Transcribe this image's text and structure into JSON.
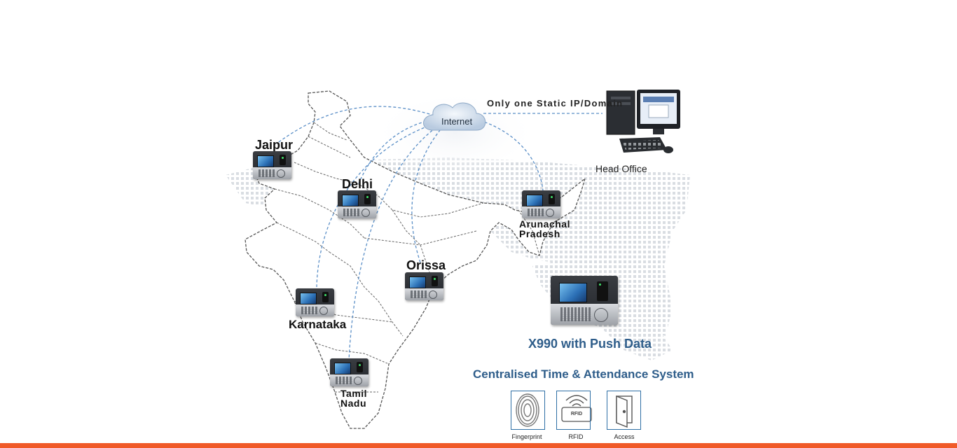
{
  "network": {
    "cloud_label": "Internet",
    "link_label": "Only one Static IP/Domain",
    "head_office_label": "Head Office"
  },
  "locations": [
    {
      "id": "jaipur",
      "label": "Jaipur"
    },
    {
      "id": "delhi",
      "label": "Delhi"
    },
    {
      "id": "arunachal",
      "label_line1": "Arunachal",
      "label_line2": "Pradesh"
    },
    {
      "id": "orissa",
      "label": "Orissa"
    },
    {
      "id": "karnataka",
      "label": "Karnataka"
    },
    {
      "id": "tamil-nadu",
      "label_line1": "Tamil",
      "label_line2": "Nadu"
    }
  ],
  "product": {
    "title": "X990 with Push Data",
    "subtitle": "Centralised Time & Attendance System"
  },
  "features": [
    {
      "label": "Fingerprint",
      "icon": "fingerprint-icon"
    },
    {
      "label": "RFID",
      "icon": "rfid-icon",
      "icon_text": "RFID"
    },
    {
      "label": "Access",
      "icon": "door-icon"
    }
  ],
  "colors": {
    "accent_blue": "#2e5d8a",
    "link_blue": "#5b8fc7",
    "bottom_bar": "#f05a28"
  }
}
